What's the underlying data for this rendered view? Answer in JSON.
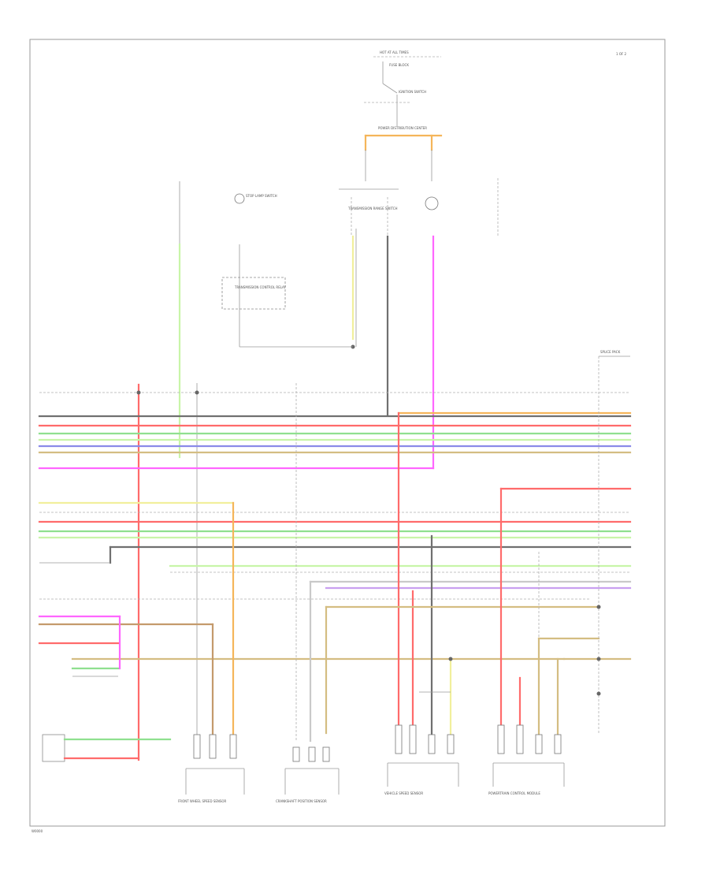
{
  "page_label": "1 OF 2",
  "footer_code": "W0000",
  "colors": {
    "blk": "#707070",
    "red": "#ff6b6b",
    "grn": "#8fe08f",
    "lt_grn": "#c8f5a8",
    "blu": "#8a8ae8",
    "yel": "#f1ef9c",
    "org": "#f5b55a",
    "tan": "#d4bd82",
    "pnk": "#ff66ff",
    "brn": "#c49a6c",
    "gry": "#c9c9c9",
    "vio": "#c9a0f0",
    "wht": "#e6e6e6"
  },
  "components": [
    "HOT AT ALL TIMES",
    "FUSE BLOCK",
    "IGNITION SWITCH",
    "POWER DISTRIBUTION CENTER",
    "STOP LAMP SWITCH",
    "TRANSMISSION RANGE SWITCH",
    "TRANSMISSION CONTROL RELAY",
    "FRONT WHEEL SPEED SENSOR",
    "CRANKSHAFT POSITION SENSOR",
    "VEHICLE SPEED SENSOR",
    "POWERTRAIN CONTROL MODULE",
    "SPLICE PACK"
  ]
}
